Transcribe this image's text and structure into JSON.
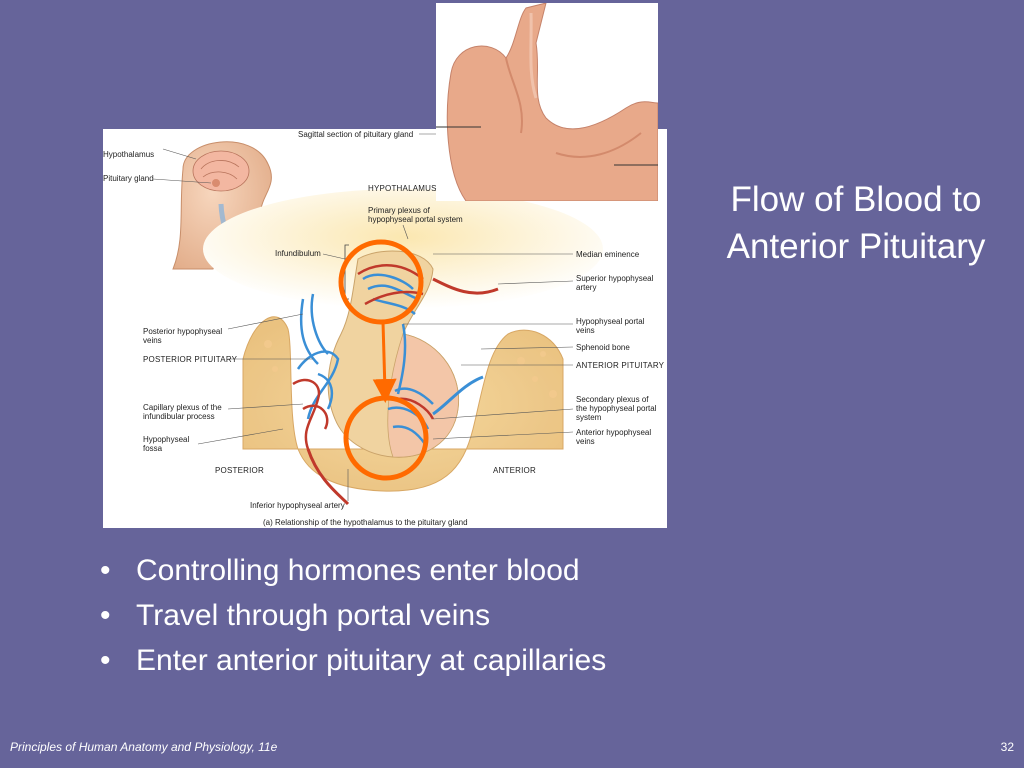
{
  "slide": {
    "title_line1": "Flow of Blood to",
    "title_line2": "Anterior Pituitary",
    "bullets": [
      "Controlling hormones enter blood",
      "Travel through portal veins",
      "Enter anterior pituitary at capillaries"
    ],
    "footer_left": "Principles of Human Anatomy and Physiology, 11e",
    "page_number": "32"
  },
  "diagram": {
    "labels": {
      "sagittal": "Sagittal section of pituitary gland",
      "hypothalamus_small": "Hypothalamus",
      "pituitary_gland": "Pituitary gland",
      "hypothalamus_caps": "HYPOTHALAMUS",
      "primary_plexus_1": "Primary plexus of",
      "primary_plexus_2": "hypophyseal portal system",
      "infundibulum": "Infundibulum",
      "median_eminence": "Median eminence",
      "superior_artery_1": "Superior hypophyseal",
      "superior_artery_2": "artery",
      "posterior_veins_1": "Posterior hypophyseal",
      "posterior_veins_2": "veins",
      "posterior_pituitary": "POSTERIOR PITUITARY",
      "portal_veins_1": "Hypophyseal portal",
      "portal_veins_2": "veins",
      "sphenoid": "Sphenoid bone",
      "anterior_pituitary": "ANTERIOR PITUITARY",
      "capillary_1": "Capillary plexus of the",
      "capillary_2": "infundibular process",
      "secondary_1": "Secondary plexus of",
      "secondary_2": "the hypophyseal portal",
      "secondary_3": "system",
      "anterior_veins_1": "Anterior hypophyseal",
      "anterior_veins_2": "veins",
      "fossa_1": "Hypophyseal",
      "fossa_2": "fossa",
      "posterior": "POSTERIOR",
      "anterior": "ANTERIOR",
      "inferior_artery": "Inferior hypophyseal artery",
      "caption": "(a) Relationship of the hypothalamus to the pituitary gland"
    },
    "colors": {
      "highlight": "#ff6a00",
      "artery": "#c0392b",
      "vein": "#3a8fd6"
    }
  }
}
